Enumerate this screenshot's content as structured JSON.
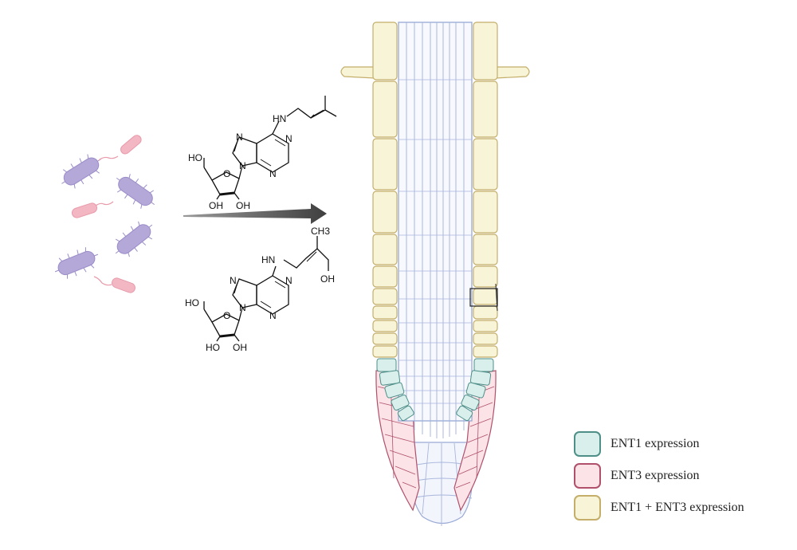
{
  "molecules": [
    {
      "labels": {
        "nh": "HN",
        "ho": "HO",
        "oh_left": "OH",
        "oh_right": "OH",
        "ring_n1": "N",
        "ring_n2": "N",
        "ring_n3": "N",
        "ring_n9": "N",
        "ring_o": "O"
      }
    },
    {
      "labels": {
        "nh": "HN",
        "ch3": "CH3",
        "oh_side": "OH",
        "ho": "HO",
        "oh_left": "HO",
        "oh_right": "OH",
        "ring_n1": "N",
        "ring_n2": "N",
        "ring_n3": "N",
        "ring_n9": "N",
        "ring_o": "O"
      }
    }
  ],
  "legend": [
    {
      "label": "ENT1 expression",
      "fill": "#d8efec",
      "stroke": "#4e8f88"
    },
    {
      "label": "ENT3 expression",
      "fill": "#fbe3e8",
      "stroke": "#b0506a"
    },
    {
      "label": "ENT1 + ENT3 expression",
      "fill": "#f7f4d7",
      "stroke": "#c4ae6a"
    }
  ],
  "colors": {
    "bacteria_purple": "#b4a8d8",
    "bacteria_pink": "#f2b7c3",
    "root_vascular": "#8fa2d2",
    "arrow": "#4a4a4a"
  }
}
